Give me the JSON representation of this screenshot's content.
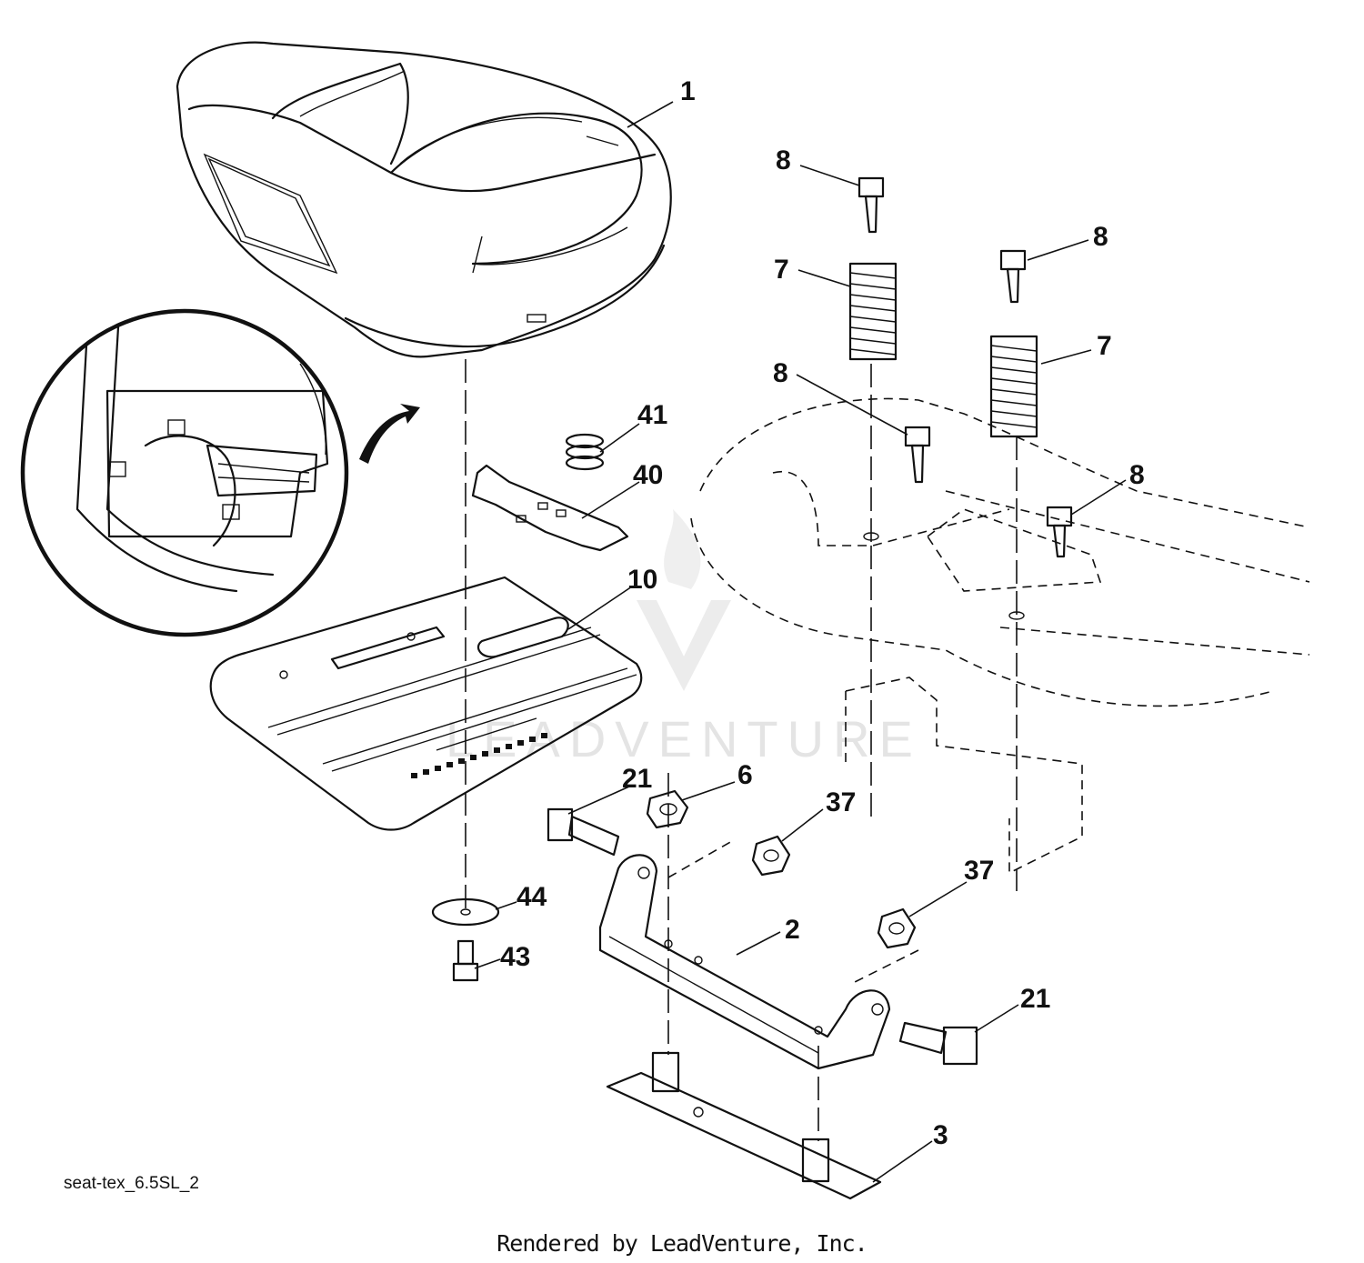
{
  "diagram": {
    "drawing_id": "seat-tex_6.5SL_2",
    "footer": "Rendered by LeadVenture, Inc.",
    "watermark": "LEADVENTURE",
    "callouts": [
      {
        "label": "1"
      },
      {
        "label": "8"
      },
      {
        "label": "8"
      },
      {
        "label": "7"
      },
      {
        "label": "7"
      },
      {
        "label": "8"
      },
      {
        "label": "8"
      },
      {
        "label": "41"
      },
      {
        "label": "40"
      },
      {
        "label": "10"
      },
      {
        "label": "21"
      },
      {
        "label": "6"
      },
      {
        "label": "37"
      },
      {
        "label": "37"
      },
      {
        "label": "44"
      },
      {
        "label": "43"
      },
      {
        "label": "2"
      },
      {
        "label": "21"
      },
      {
        "label": "3"
      }
    ]
  }
}
